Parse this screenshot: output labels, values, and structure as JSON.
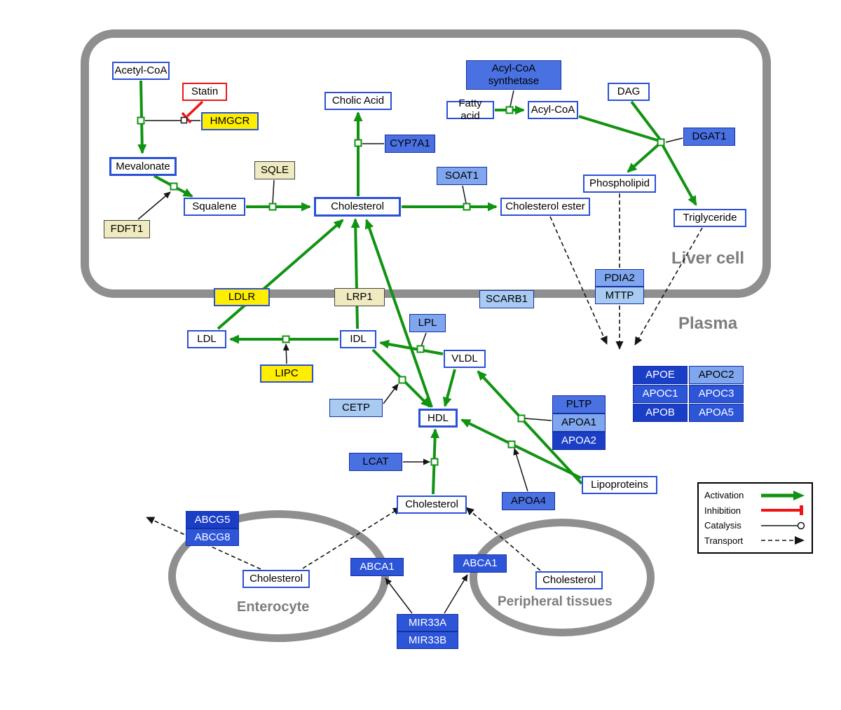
{
  "compartments": {
    "liver": {
      "label": "Liver cell"
    },
    "plasma": {
      "label": "Plasma"
    },
    "enterocyte": {
      "label": "Enterocyte"
    },
    "peripheral": {
      "label": "Peripheral tissues"
    }
  },
  "nodes": {
    "acetyl_coa": {
      "label": "Acetyl-CoA"
    },
    "statin": {
      "label": "Statin"
    },
    "hmgcr": {
      "label": "HMGCR"
    },
    "mevalonate": {
      "label": "Mevalonate"
    },
    "fdft1": {
      "label": "FDFT1"
    },
    "squalene": {
      "label": "Squalene"
    },
    "sqle": {
      "label": "SQLE"
    },
    "cholesterol_liver": {
      "label": "Cholesterol"
    },
    "cholic_acid": {
      "label": "Cholic Acid"
    },
    "cyp7a1": {
      "label": "CYP7A1"
    },
    "soat1": {
      "label": "SOAT1"
    },
    "cholesterol_ester": {
      "label": "Cholesterol ester"
    },
    "acyl_coa_synthetase": {
      "label": "Acyl-CoA synthetase"
    },
    "fatty_acid": {
      "label": "Fatty acid"
    },
    "acyl_coa": {
      "label": "Acyl-CoA"
    },
    "dag": {
      "label": "DAG"
    },
    "dgat1": {
      "label": "DGAT1"
    },
    "phospholipid": {
      "label": "Phospholipid"
    },
    "triglyceride": {
      "label": "Triglyceride"
    },
    "pdia2": {
      "label": "PDIA2"
    },
    "mttp": {
      "label": "MTTP"
    },
    "scarb1": {
      "label": "SCARB1"
    },
    "ldlr": {
      "label": "LDLR"
    },
    "lrp1": {
      "label": "LRP1"
    },
    "ldl": {
      "label": "LDL"
    },
    "idl": {
      "label": "IDL"
    },
    "lpl": {
      "label": "LPL"
    },
    "vldl": {
      "label": "VLDL"
    },
    "lipc": {
      "label": "LIPC"
    },
    "cetp": {
      "label": "CETP"
    },
    "hdl": {
      "label": "HDL"
    },
    "lcat": {
      "label": "LCAT"
    },
    "pltp": {
      "label": "PLTP"
    },
    "apoa1": {
      "label": "APOA1"
    },
    "apoa2": {
      "label": "APOA2"
    },
    "apoa4": {
      "label": "APOA4"
    },
    "apoe": {
      "label": "APOE"
    },
    "apoc2": {
      "label": "APOC2"
    },
    "apoc1": {
      "label": "APOC1"
    },
    "apoc3": {
      "label": "APOC3"
    },
    "apob": {
      "label": "APOB"
    },
    "apoa5": {
      "label": "APOA5"
    },
    "lipoproteins": {
      "label": "Lipoproteins"
    },
    "cholesterol_plasma": {
      "label": "Cholesterol"
    },
    "abcg5": {
      "label": "ABCG5"
    },
    "abcg8": {
      "label": "ABCG8"
    },
    "cholesterol_enterocyte": {
      "label": "Cholesterol"
    },
    "abca1_left": {
      "label": "ABCA1"
    },
    "abca1_right": {
      "label": "ABCA1"
    },
    "cholesterol_peripheral": {
      "label": "Cholesterol"
    },
    "mir33a": {
      "label": "MIR33A"
    },
    "mir33b": {
      "label": "MIR33B"
    }
  },
  "legend": {
    "items": [
      {
        "label": "Activation",
        "type": "activation"
      },
      {
        "label": "Inhibition",
        "type": "inhibition"
      },
      {
        "label": "Catalysis",
        "type": "catalysis"
      },
      {
        "label": "Transport",
        "type": "transport"
      }
    ]
  },
  "palette": {
    "green": "#119312",
    "red": "#ee1515",
    "membrane_gray": "#8f8f8f",
    "label_gray": "#7d7d7d",
    "metabolite_border": "#2a50d8",
    "yellow": "#ffee00",
    "pale_yellow": "#efeabf",
    "blue_light": "#a9cbf2",
    "blue_midlight": "#7fa6ee",
    "blue_mid": "#4a71e2",
    "blue_strong": "#2d55d8",
    "blue_dark": "#1b3ec6",
    "gene_border": "#15309f"
  }
}
